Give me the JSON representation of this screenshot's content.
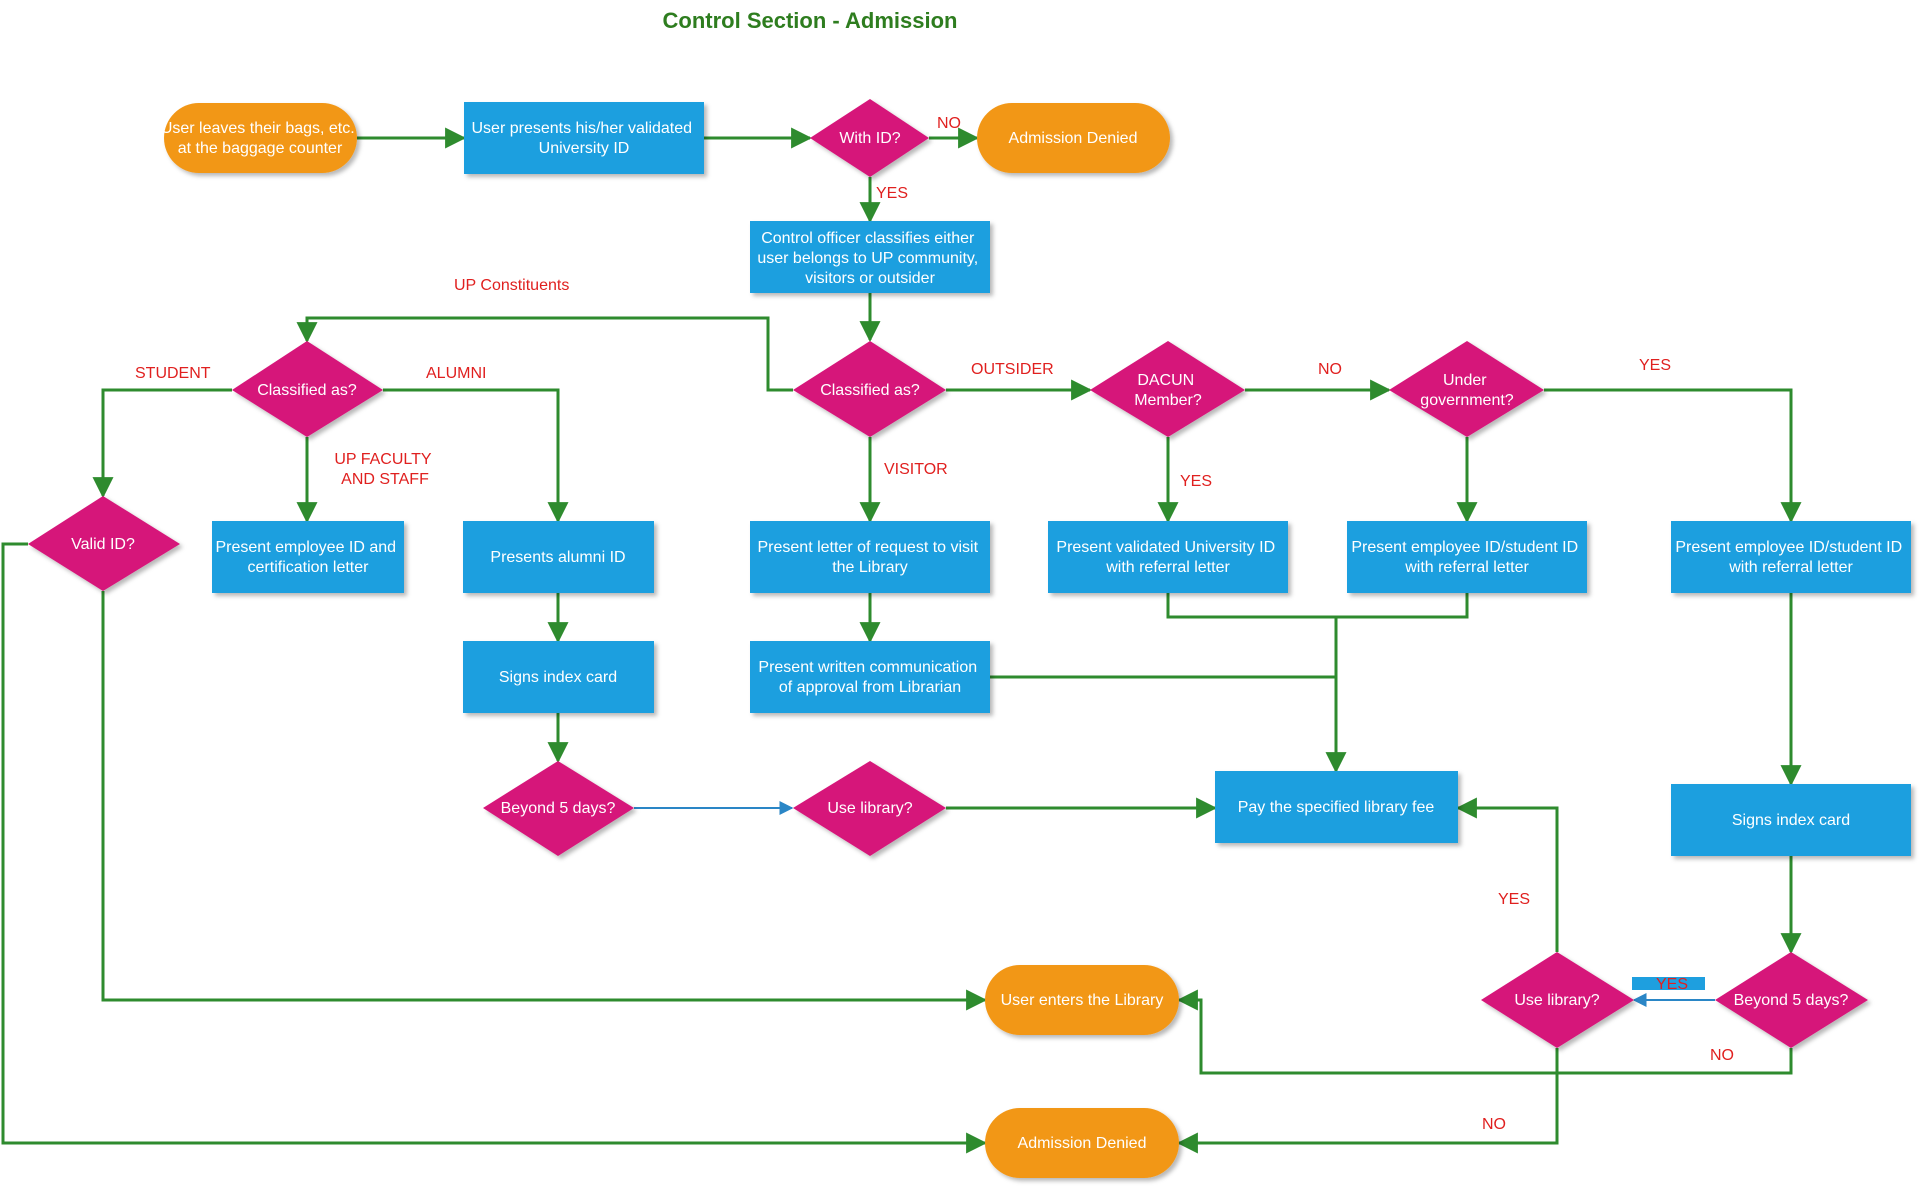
{
  "title": "Control Section - Admission",
  "colors": {
    "terminal": "#f29718",
    "process": "#1e9fdf",
    "decision": "#d6157a",
    "flow_line": "#2e8b2e",
    "alt_line": "#2a86c6",
    "label": "#e0201f",
    "title": "#2e7d1f"
  },
  "nodes": {
    "start": [
      "User leaves their bags, etc.",
      "at the baggage counter"
    ],
    "present_id": [
      "User presents his/her validated",
      "University ID"
    ],
    "with_id": [
      "With ID?"
    ],
    "denied_top": [
      "Admission Denied"
    ],
    "control_officer": [
      "Control officer classifies either",
      "user belongs to UP community,",
      "visitors or outsider"
    ],
    "classified_main": [
      "Classified as?"
    ],
    "classified_up": [
      "Classified as?"
    ],
    "valid_id": [
      "Valid ID?"
    ],
    "employee_cert": [
      "Present employee ID and",
      "certification letter"
    ],
    "alumni_id": [
      "Presents alumni ID"
    ],
    "signs_card_alumni": [
      "Signs index card"
    ],
    "beyond_alumni": [
      "Beyond 5 days?"
    ],
    "use_library_mid": [
      "Use library?"
    ],
    "letter_request": [
      "Present letter of request to visit",
      "the Library"
    ],
    "written_comm": [
      "Present written communication",
      "of approval from Librarian"
    ],
    "dacun": [
      "DACUN",
      "Member?"
    ],
    "under_gov": [
      "Under",
      "government?"
    ],
    "validated_referral": [
      "Present validated University ID",
      "with referral letter"
    ],
    "employee_referral_mid": [
      "Present employee ID/student ID",
      "with referral letter"
    ],
    "employee_referral_right": [
      "Present employee ID/student ID",
      "with referral letter"
    ],
    "pay_fee": [
      "Pay the specified library fee"
    ],
    "signs_card_right": [
      "Signs index card"
    ],
    "beyond_right": [
      "Beyond 5 days?"
    ],
    "use_library_right": [
      "Use library?"
    ],
    "enters_library": [
      "User enters the Library"
    ],
    "denied_bottom": [
      "Admission Denied"
    ]
  },
  "edge_labels": {
    "no_with_id": "NO",
    "yes_with_id": "YES",
    "up_constituents": "UP Constituents",
    "student": "STUDENT",
    "alumni": "ALUMNI",
    "up_faculty": [
      "UP FACULTY",
      "AND STAFF"
    ],
    "outsider": "OUTSIDER",
    "visitor": "VISITOR",
    "no_dacun": "NO",
    "yes_dacun": "YES",
    "yes_gov": "YES",
    "yes_use_library": "YES",
    "yes_beyond_right": "YES",
    "no_beyond_right": "NO",
    "no_use_library": "NO"
  }
}
